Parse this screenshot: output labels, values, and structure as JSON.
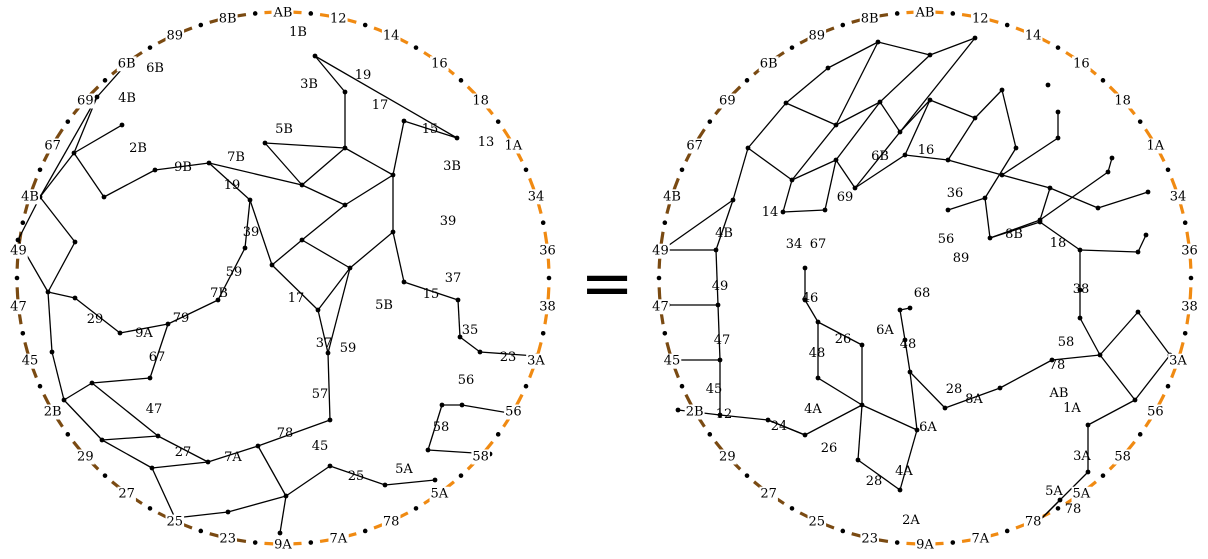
{
  "colors": {
    "boundary_brown": "#7a4a12",
    "boundary_orange": "#f08a12",
    "ink": "#000000"
  },
  "equals_sign": "=",
  "left_diagram": {
    "boundary_labels": [
      "AB",
      "12",
      "14",
      "16",
      "18",
      "1A",
      "34",
      "36",
      "38",
      "3A",
      "56",
      "58",
      "5A",
      "78",
      "7A",
      "9A",
      "23",
      "25",
      "27",
      "29",
      "2B",
      "45",
      "47",
      "49",
      "4B",
      "67",
      "69",
      "6B",
      "89",
      "8B"
    ],
    "interior_labels": [
      "1B",
      "6B",
      "4B",
      "3B",
      "19",
      "17",
      "15",
      "13",
      "2B",
      "9B",
      "7B",
      "5B",
      "3B",
      "19",
      "39",
      "39",
      "37",
      "59",
      "7B",
      "17",
      "15",
      "5B",
      "29",
      "9A",
      "79",
      "35",
      "67",
      "37",
      "59",
      "23",
      "47",
      "57",
      "56",
      "78",
      "45",
      "27",
      "7A",
      "58",
      "25",
      "5A"
    ]
  },
  "right_diagram": {
    "boundary_labels": [
      "AB",
      "12",
      "14",
      "16",
      "18",
      "1A",
      "34",
      "36",
      "38",
      "3A",
      "56",
      "58",
      "5A",
      "78",
      "7A",
      "9A",
      "23",
      "25",
      "27",
      "29",
      "2B",
      "45",
      "47",
      "49",
      "4B",
      "67",
      "69",
      "6B",
      "89",
      "8B"
    ],
    "interior_labels": [
      "6B",
      "16",
      "69",
      "14",
      "4B",
      "34",
      "67",
      "36",
      "8B",
      "18",
      "56",
      "89",
      "68",
      "38",
      "46",
      "49",
      "47",
      "6A",
      "26",
      "48",
      "48",
      "58",
      "78",
      "28",
      "8A",
      "AB",
      "1A",
      "45",
      "12",
      "24",
      "4A",
      "26",
      "6A",
      "3A",
      "5A",
      "78",
      "28",
      "4A",
      "2A"
    ]
  }
}
